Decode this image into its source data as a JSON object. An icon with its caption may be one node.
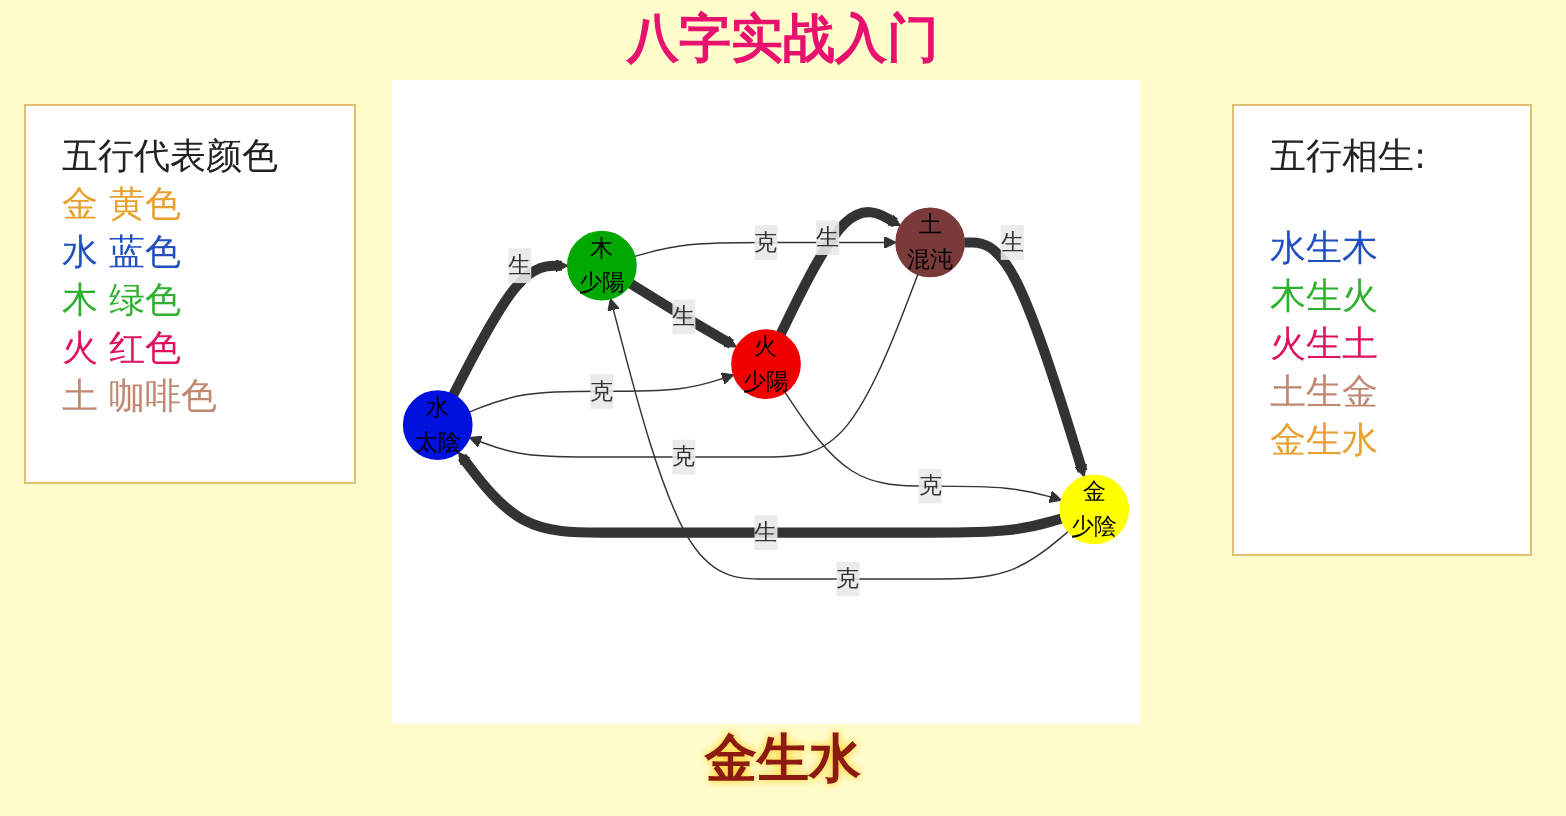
{
  "diagram": {
    "title": "八字实战入门",
    "caption": "金生水",
    "nodes": [
      {
        "text": [
          "水",
          "太陰"
        ]
      },
      {
        "text": [
          "木",
          "少陽"
        ]
      },
      {
        "text": [
          "火",
          "少陽"
        ]
      },
      {
        "text": [
          "土",
          "混沌"
        ]
      },
      {
        "text": [
          "金",
          "少陰"
        ]
      }
    ],
    "edges": [
      {
        "from": 4,
        "to": 0,
        "arrow": "to",
        "label": "生",
        "style": "thick"
      },
      {
        "from": 0,
        "to": 1,
        "arrow": "to",
        "label": "生",
        "style": "thick"
      },
      {
        "from": 1,
        "to": 2,
        "arrow": "to",
        "label": "生",
        "style": "thick"
      },
      {
        "from": 2,
        "to": 3,
        "arrow": "to",
        "label": "生",
        "style": "thick"
      },
      {
        "from": 3,
        "to": 4,
        "arrow": "to",
        "label": "生",
        "style": "thick"
      },
      {
        "from": 4,
        "to": 1,
        "arrow": "to",
        "label": "克"
      },
      {
        "from": 3,
        "to": 0,
        "arrow": "to",
        "label": "克"
      },
      {
        "from": 0,
        "to": 2,
        "arrow": "to",
        "label": "克"
      },
      {
        "from": 1,
        "to": 3,
        "arrow": "to",
        "label": "克"
      },
      {
        "from": 2,
        "to": 4,
        "arrow": "to",
        "label": "克"
      }
    ],
    "labels": [
      "五行代表颜色",
      "金 黄色",
      "水 蓝色",
      "木 绿色",
      "火 红色",
      "土 咖啡色",
      "五行相生:",
      "水生木",
      "木生火",
      "火生土",
      "土生金",
      "金生水"
    ]
  }
}
